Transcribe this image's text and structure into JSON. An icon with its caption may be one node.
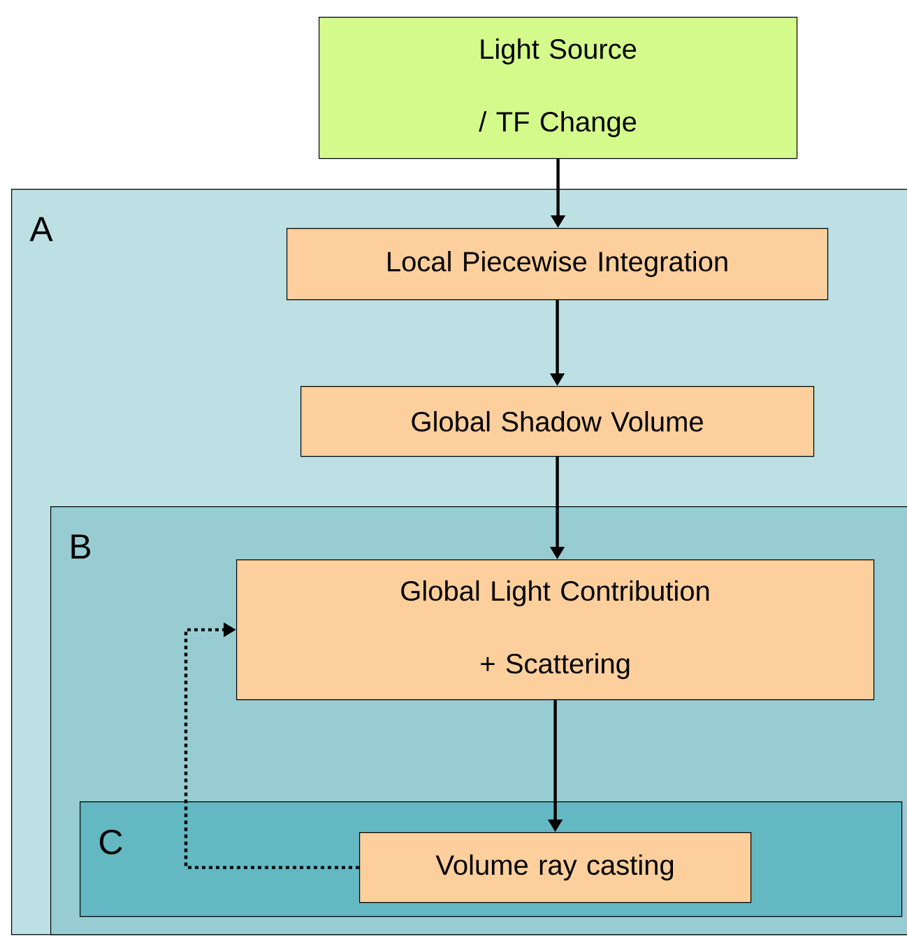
{
  "diagram": {
    "nodes": [
      {
        "text": [
          "Light Source / TF Change"
        ]
      },
      {
        "text": [
          "A"
        ]
      },
      {
        "text": [
          "Local Piecewise Integration"
        ],
        "in": 1
      },
      {
        "text": [
          "Global Shadow Volume"
        ],
        "in": 1
      },
      {
        "text": [
          "B"
        ],
        "in": 1
      },
      {
        "text": [
          "Global Light Contribution + Scattering"
        ],
        "in": 4
      },
      {
        "text": [
          "C"
        ],
        "in": 4
      },
      {
        "text": [
          "Volume ray casting"
        ],
        "in": 6
      }
    ],
    "edges": [
      {
        "from": 0,
        "to": 2,
        "arrow": "to"
      },
      {
        "from": 2,
        "to": 3,
        "arrow": "to"
      },
      {
        "from": 3,
        "to": 5,
        "arrow": "to"
      },
      {
        "from": 5,
        "to": 7,
        "arrow": "to"
      },
      {
        "from": 7,
        "to": 5,
        "arrow": "to",
        "style": "dashed"
      }
    ]
  }
}
